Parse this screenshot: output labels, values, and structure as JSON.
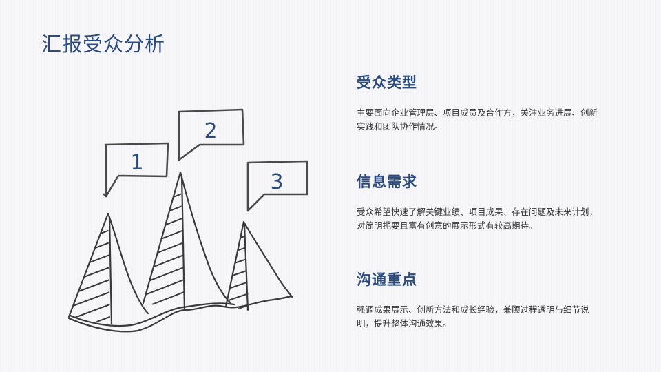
{
  "title": "汇报受众分析",
  "callouts": [
    "1",
    "2",
    "3"
  ],
  "sections": [
    {
      "heading": "受众类型",
      "body": "主要面向企业管理层、项目成员及合作方，关注业务进展、创新实践和团队协作情况。"
    },
    {
      "heading": "信息需求",
      "body": "受众希望快速了解关键业绩、项目成果、存在问题及未来计划，对简明扼要且富有创意的展示形式有较高期待。"
    },
    {
      "heading": "沟通重点",
      "body": "强调成果展示、创新方法和成长经验，兼顾过程透明与细节说明，提升整体沟通效果。"
    }
  ],
  "colors": {
    "accent": "#2a4b7c",
    "line": "#3a3a3a",
    "text": "#333333"
  }
}
